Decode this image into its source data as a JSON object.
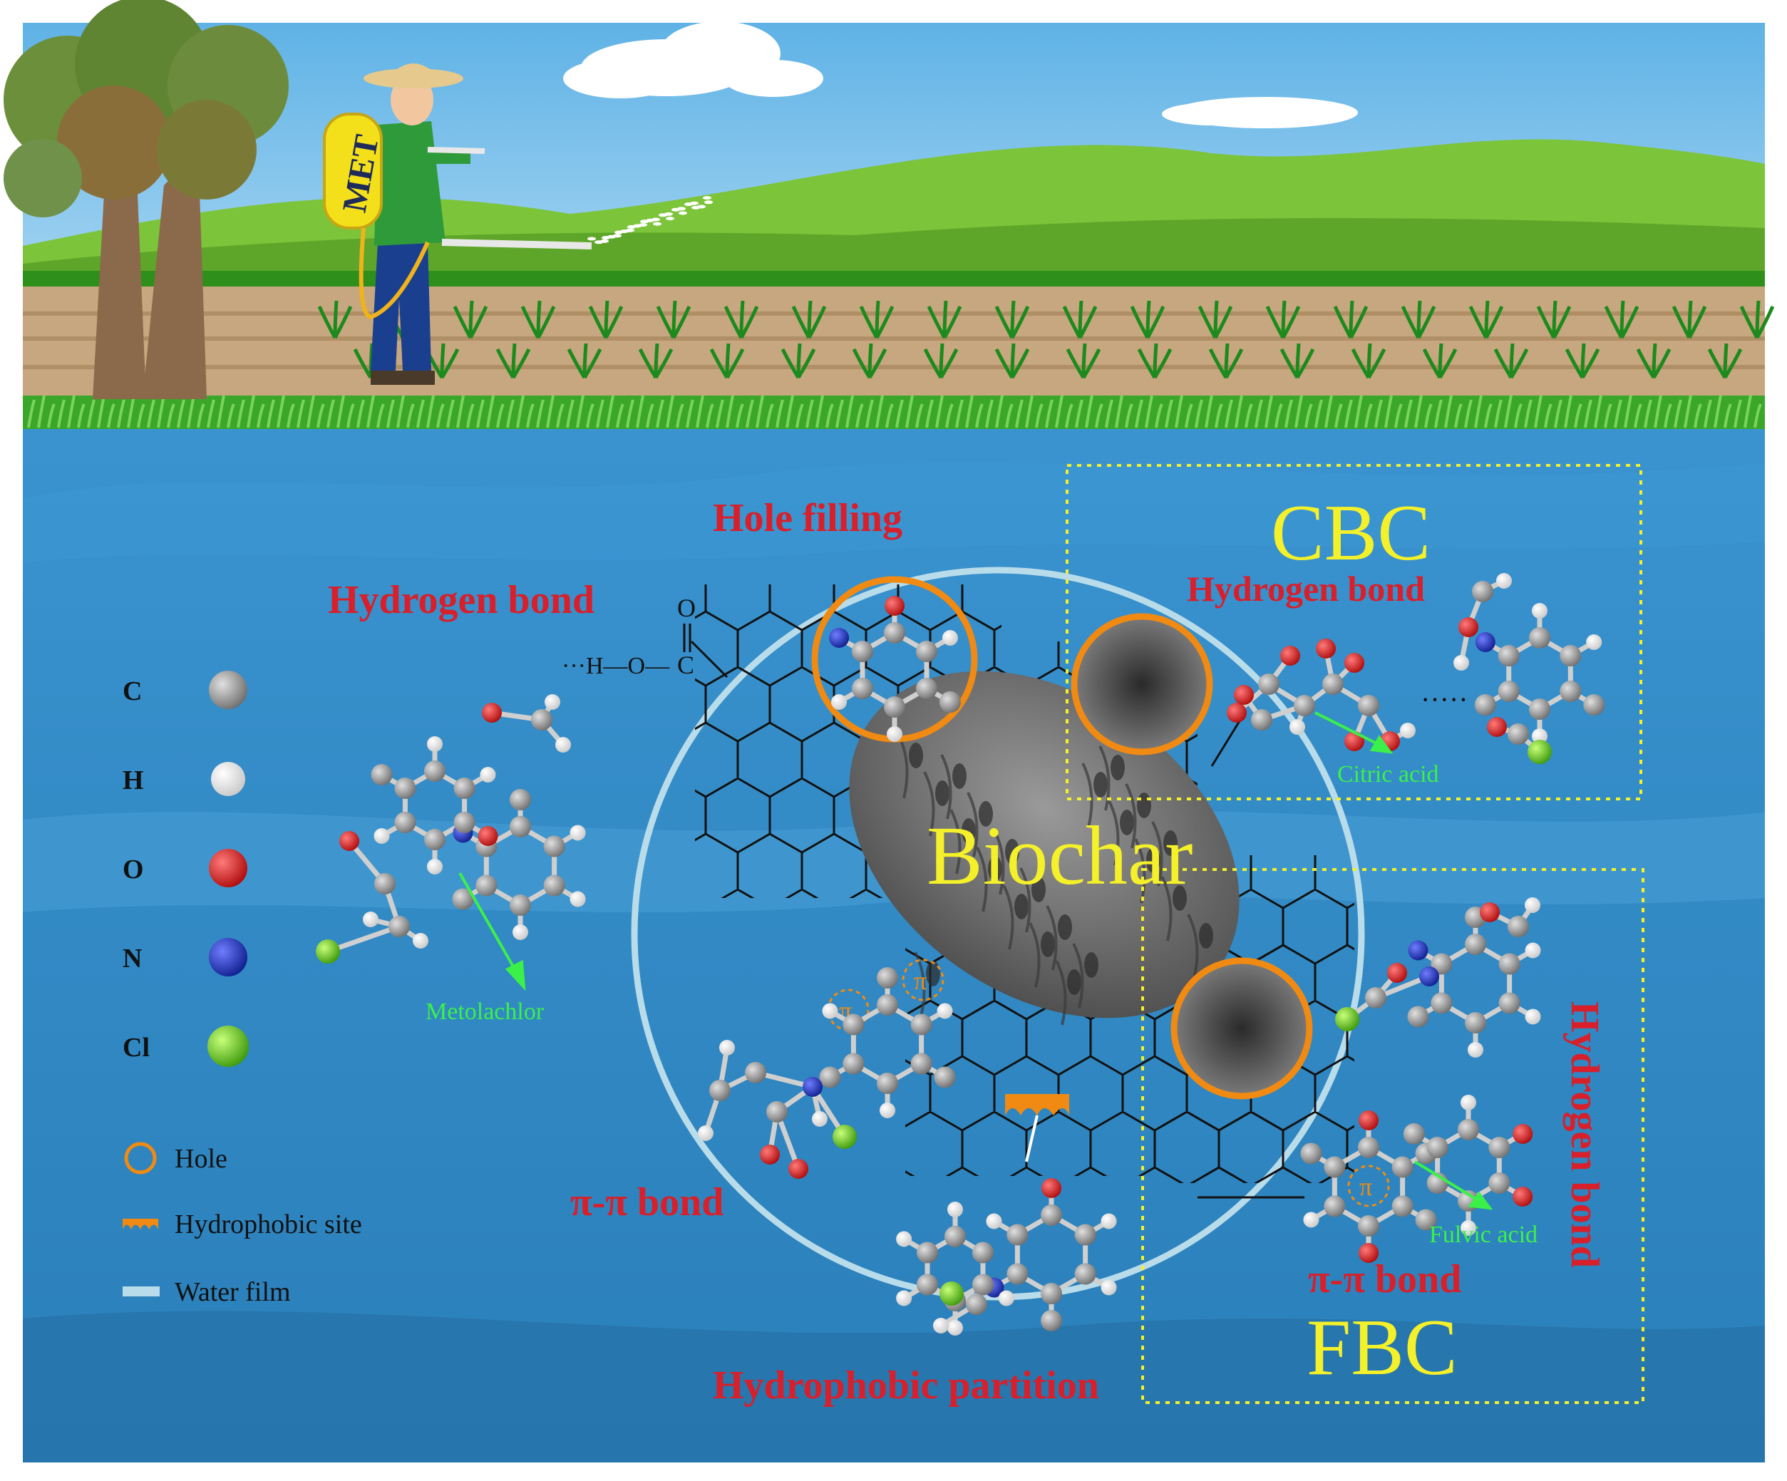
{
  "sprayer_tank_label": "MET",
  "biochar_label": "Biochar",
  "mechanisms": {
    "hole_filling": "Hole filling",
    "hydrogen_bond_left": "Hydrogen bond",
    "hydrogen_bond_cbc": "Hydrogen bond",
    "hydrogen_bond_fbc": "Hydrogen bond",
    "pi_pi_left": "π-π bond",
    "pi_pi_fbc": "π-π bond",
    "hydrophobic_partition": "Hydrophobic partition"
  },
  "panels": {
    "cbc": {
      "title": "CBC",
      "acid": "Citric acid"
    },
    "fbc": {
      "title": "FBC",
      "acid": "Fulvic acid"
    }
  },
  "molecule_label": "Metolachlor",
  "pi_symbol": "π",
  "chem_fragment": {
    "o": "O",
    "c": "C",
    "chain": "···H—O—"
  },
  "hbond_dots": "·····",
  "atom_legend": [
    {
      "symbol": "C",
      "color": "#8c8c8c"
    },
    {
      "symbol": "H",
      "color": "#f2f2f2"
    },
    {
      "symbol": "O",
      "color": "#e01818"
    },
    {
      "symbol": "N",
      "color": "#1c2fd8"
    },
    {
      "symbol": "Cl",
      "color": "#6fd41c"
    }
  ],
  "key_legend": {
    "hole": "Hole",
    "hydrophobic_site": "Hydrophobic site",
    "water_film": "Water film"
  },
  "colors": {
    "sky": "#8ec9ee",
    "water": "#2e86c1",
    "hole_ring": "#f08a12",
    "water_film": "#b9dcea",
    "mechanism_text": "#d81f2a",
    "panel_text": "#f4f02a",
    "acid_text": "#3cf04a"
  }
}
